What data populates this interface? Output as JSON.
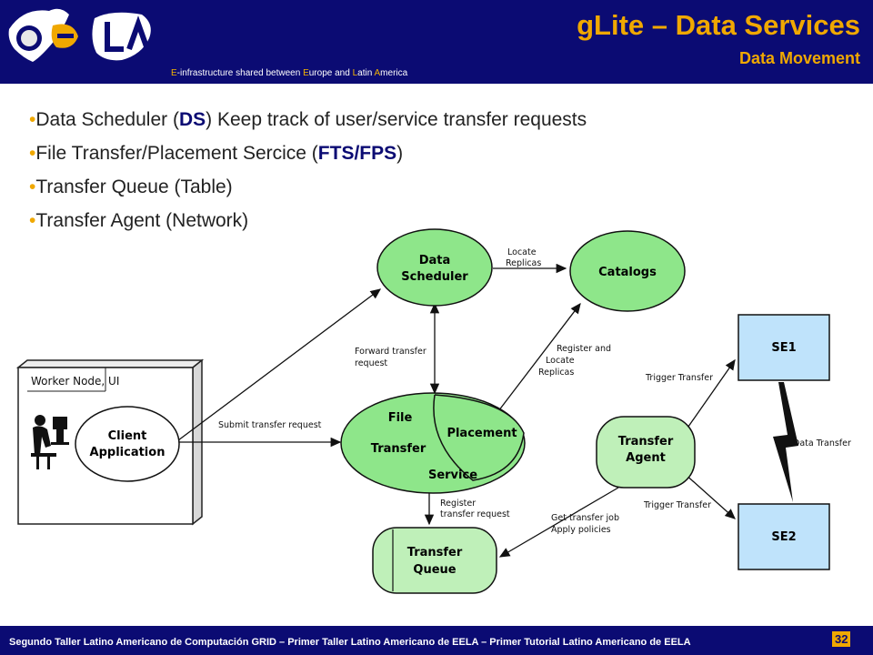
{
  "header": {
    "title": "gLite – Data Services",
    "subtitle": "Data Movement",
    "tagline_parts": [
      "E",
      "-infrastructure shared between ",
      "E",
      "urope and ",
      "L",
      "atin ",
      "A",
      "merica"
    ],
    "logo_text": "ee LA"
  },
  "bullets": [
    {
      "before": "Data Scheduler (",
      "key": "DS",
      "after": ") Keep track of user/service transfer requests"
    },
    {
      "before": "File Transfer/Placement Sercice (",
      "key": "FTS/FPS",
      "after": ")"
    },
    {
      "before": "Transfer Queue (Table)",
      "key": "",
      "after": ""
    },
    {
      "before": "Transfer Agent (Network)",
      "key": "",
      "after": ""
    }
  ],
  "diagram": {
    "nodes": {
      "data_scheduler": [
        "Data",
        "Scheduler"
      ],
      "catalogs": "Catalogs",
      "worker_node": "Worker Node, UI",
      "client_application": [
        "Client",
        "Application"
      ],
      "fts_file": "File",
      "fts_transfer": "Transfer",
      "fts_service": "Service",
      "placement": "Placement",
      "transfer_agent": [
        "Transfer",
        "Agent"
      ],
      "transfer_queue": [
        "Transfer",
        "Queue"
      ],
      "se1": "SE1",
      "se2": "SE2"
    },
    "edge_labels": {
      "locate_replicas": [
        "Locate",
        "Replicas"
      ],
      "forward_transfer_request": [
        "Forward transfer",
        "request"
      ],
      "register_and_locate_replicas": [
        "Register and",
        "Locate",
        "Replicas"
      ],
      "submit_transfer_request": "Submit transfer request",
      "register_transfer_request": [
        "Register",
        "transfer request"
      ],
      "get_transfer_job": [
        "Get transfer job",
        "Apply policies"
      ],
      "trigger_transfer_1": "Trigger Transfer",
      "trigger_transfer_2": "Trigger Transfer",
      "data_transfer": "Data Transfer"
    },
    "colors": {
      "green_fill": "#8ee68a",
      "light_green_fill": "#bff0b9",
      "se_fill": "#bfe3fb",
      "header_bg": "#0b0b73",
      "accent": "#f0a800"
    }
  },
  "footer": {
    "text": "Segundo Taller Latino Americano de Computación GRID – Primer Taller Latino Americano de EELA – Primer Tutorial Latino Americano de EELA",
    "page": "32"
  }
}
